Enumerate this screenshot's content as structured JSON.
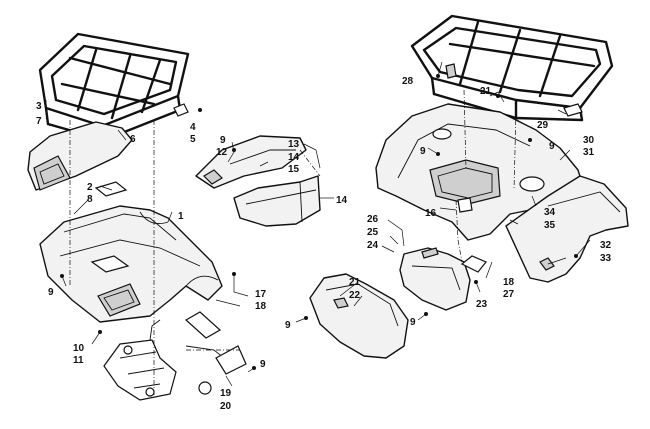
{
  "diagram": {
    "callouts": [
      {
        "id": "c1",
        "text": "1"
      },
      {
        "id": "c2",
        "text": "2"
      },
      {
        "id": "c3",
        "text": "3"
      },
      {
        "id": "c4",
        "text": "4"
      },
      {
        "id": "c5",
        "text": "5"
      },
      {
        "id": "c6",
        "text": "6"
      },
      {
        "id": "c7",
        "text": "7"
      },
      {
        "id": "c8",
        "text": "8"
      },
      {
        "id": "c9a",
        "text": "9"
      },
      {
        "id": "c9b",
        "text": "9"
      },
      {
        "id": "c9c",
        "text": "9"
      },
      {
        "id": "c9d",
        "text": "9"
      },
      {
        "id": "c9e",
        "text": "9"
      },
      {
        "id": "c9f",
        "text": "9"
      },
      {
        "id": "c9g",
        "text": "9"
      },
      {
        "id": "c10",
        "text": "10"
      },
      {
        "id": "c11",
        "text": "11"
      },
      {
        "id": "c12",
        "text": "12"
      },
      {
        "id": "c13",
        "text": "13"
      },
      {
        "id": "c14a",
        "text": "14"
      },
      {
        "id": "c14b",
        "text": "14"
      },
      {
        "id": "c15",
        "text": "15"
      },
      {
        "id": "c16",
        "text": "16"
      },
      {
        "id": "c17",
        "text": "17"
      },
      {
        "id": "c18a",
        "text": "18"
      },
      {
        "id": "c18b",
        "text": "18"
      },
      {
        "id": "c19",
        "text": "19"
      },
      {
        "id": "c20",
        "text": "20"
      },
      {
        "id": "c21a",
        "text": "21"
      },
      {
        "id": "c21b",
        "text": "21"
      },
      {
        "id": "c22",
        "text": "22"
      },
      {
        "id": "c23",
        "text": "23"
      },
      {
        "id": "c24",
        "text": "24"
      },
      {
        "id": "c25",
        "text": "25"
      },
      {
        "id": "c26",
        "text": "26"
      },
      {
        "id": "c27",
        "text": "27"
      },
      {
        "id": "c28",
        "text": "28"
      },
      {
        "id": "c29",
        "text": "29"
      },
      {
        "id": "c30",
        "text": "30"
      },
      {
        "id": "c31",
        "text": "31"
      },
      {
        "id": "c32",
        "text": "32"
      },
      {
        "id": "c33",
        "text": "33"
      },
      {
        "id": "c34",
        "text": "34"
      },
      {
        "id": "c35",
        "text": "35"
      }
    ]
  }
}
